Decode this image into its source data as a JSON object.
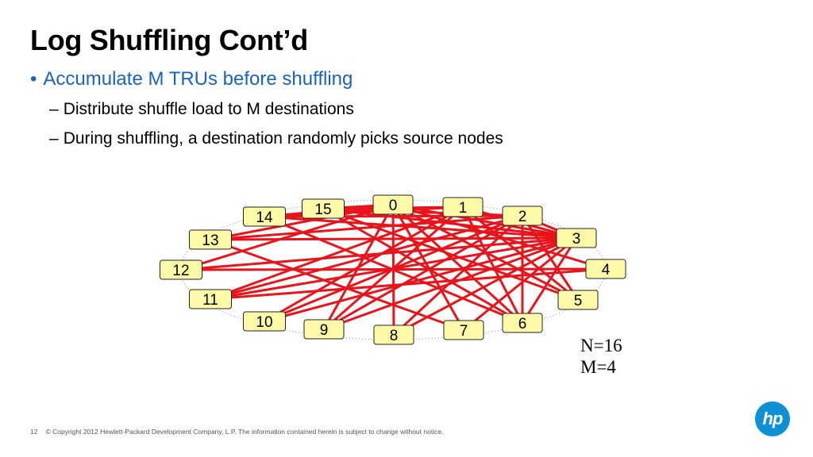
{
  "slide": {
    "title": "Log Shuffling Cont’d",
    "bullet": "Accumulate M TRUs before shuffling",
    "bullet_marker": "•",
    "sub_marker": "–",
    "sub_bullets": [
      "Distribute shuffle load to M destinations",
      "During shuffling, a destination randomly picks source nodes"
    ]
  },
  "diagram": {
    "nodes": [
      "0",
      "1",
      "2",
      "3",
      "4",
      "5",
      "6",
      "7",
      "8",
      "9",
      "10",
      "11",
      "12",
      "13",
      "14",
      "15"
    ],
    "edges": [
      [
        0,
        3
      ],
      [
        0,
        4
      ],
      [
        0,
        5
      ],
      [
        0,
        6
      ],
      [
        0,
        7
      ],
      [
        0,
        8
      ],
      [
        0,
        9
      ],
      [
        0,
        12
      ],
      [
        0,
        13
      ],
      [
        0,
        14
      ],
      [
        0,
        15
      ],
      [
        1,
        3
      ],
      [
        1,
        5
      ],
      [
        1,
        6
      ],
      [
        1,
        9
      ],
      [
        1,
        10
      ],
      [
        1,
        11
      ],
      [
        1,
        14
      ],
      [
        1,
        15
      ],
      [
        2,
        3
      ],
      [
        2,
        5
      ],
      [
        2,
        6
      ],
      [
        2,
        8
      ],
      [
        2,
        9
      ],
      [
        2,
        10
      ],
      [
        2,
        11
      ],
      [
        2,
        13
      ],
      [
        2,
        14
      ],
      [
        2,
        15
      ],
      [
        3,
        6
      ],
      [
        3,
        7
      ],
      [
        3,
        8
      ],
      [
        3,
        9
      ],
      [
        3,
        10
      ],
      [
        3,
        11
      ],
      [
        3,
        12
      ],
      [
        3,
        13
      ],
      [
        3,
        14
      ],
      [
        3,
        15
      ],
      [
        4,
        11
      ],
      [
        4,
        12
      ],
      [
        5,
        15
      ],
      [
        6,
        14
      ],
      [
        6,
        15
      ],
      [
        7,
        13
      ]
    ],
    "edge_color": "#e8141b",
    "node_color": "#fffaa8"
  },
  "params": {
    "n": "N=16",
    "m": "M=4"
  },
  "footer": {
    "page_number": "12",
    "copyright": "© Copyright 2012 Hewlett-Packard Development Company, L.P.  The information contained herein is subject to change without notice."
  },
  "logo": {
    "text": "hp",
    "color": "#0f8fd4"
  }
}
